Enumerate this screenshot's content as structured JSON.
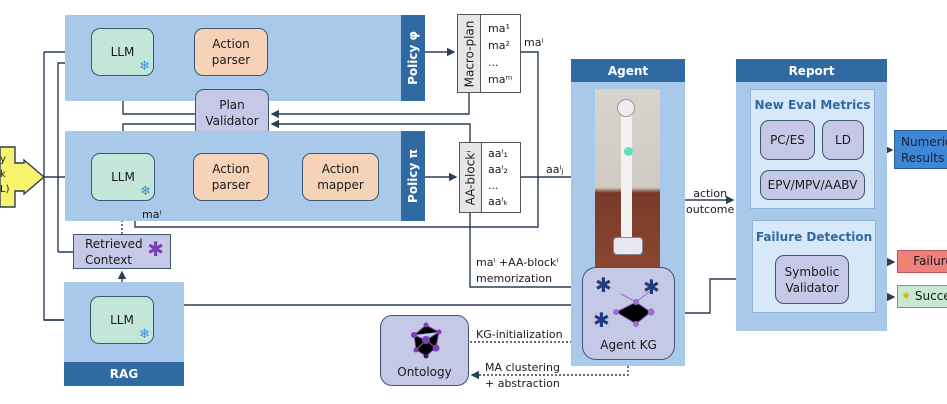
{
  "input_arrow": {
    "fragments": [
      "y",
      "k",
      "L)"
    ],
    "color": "#f7f36b"
  },
  "policy_phi": {
    "label": "Policy φ",
    "llm": "LLM",
    "parser": "Action parser"
  },
  "plan_validator": "Plan Validator",
  "policy_pi": {
    "label": "Policy π",
    "llm": "LLM",
    "parser": "Action parser",
    "mapper": "Action mapper",
    "ma_label": "maⁱ"
  },
  "retrieved_context": "Retrieved Context",
  "rag": {
    "label": "RAG",
    "llm": "LLM"
  },
  "ontology": "Ontology",
  "macro_plan": {
    "label": "Macro-plan",
    "items": [
      "ma¹",
      "ma²",
      "...",
      "maᵐ"
    ],
    "out": "maⁱ"
  },
  "aa_block": {
    "label": "AA-blockⁱ",
    "items": [
      "aaⁱ₁",
      "aaⁱ₂",
      "...",
      "aaⁱₖ"
    ],
    "out": "aaⁱⱼ"
  },
  "edges": {
    "memorization": [
      "maⁱ +AA-blockⁱ",
      "memorization"
    ],
    "kg_init": "KG-initialization",
    "clustering": [
      "MA clustering",
      "+ abstraction"
    ],
    "action_outcome": [
      "action",
      "outcome"
    ]
  },
  "agent": {
    "title": "Agent",
    "kg": "Agent KG"
  },
  "report": {
    "title": "Report",
    "eval_title": "New Eval Metrics",
    "metrics": [
      "PC/ES",
      "LD",
      "EPV/MPV/AABV"
    ],
    "failure_title": "Failure Detection",
    "validator": "Symbolic Validator"
  },
  "outputs": {
    "numeric": "Numeric Results",
    "failure": "Failure",
    "success": "Success"
  },
  "colors": {
    "panel": "#a9c9ea",
    "bar": "#2f6aa3",
    "llm": "#c4e6d9",
    "parser": "#f6d3b8",
    "lavender": "#c5c8e6",
    "failure": "#f08080",
    "success": "#c9e8d3",
    "numeric": "#3f86d4"
  }
}
